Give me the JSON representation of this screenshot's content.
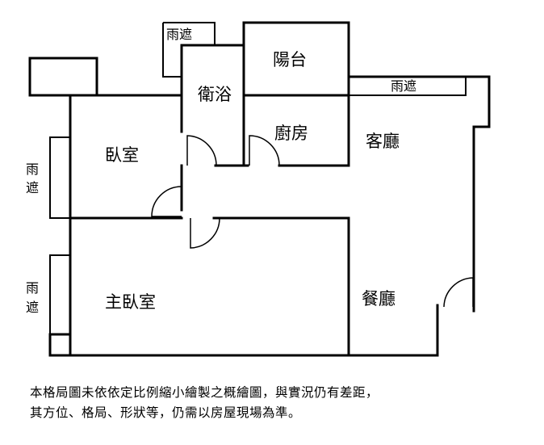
{
  "rooms": {
    "balcony": "陽台",
    "bathroom": "衛浴",
    "kitchen": "廚房",
    "living": "客廳",
    "bedroom": "臥室",
    "master_bedroom": "主臥室",
    "dining": "餐廳"
  },
  "canopy": {
    "top_left": "雨遮",
    "top_right": "雨遮",
    "left_upper": [
      "雨",
      "遮"
    ],
    "left_lower": [
      "雨",
      "遮"
    ]
  },
  "disclaimer": {
    "line1": "本格局圖未依依定比例縮小繪製之概繪圖，與實況仍有差距，",
    "line2": "其方位、格局、形狀等，仍需以房屋現場為準。"
  }
}
